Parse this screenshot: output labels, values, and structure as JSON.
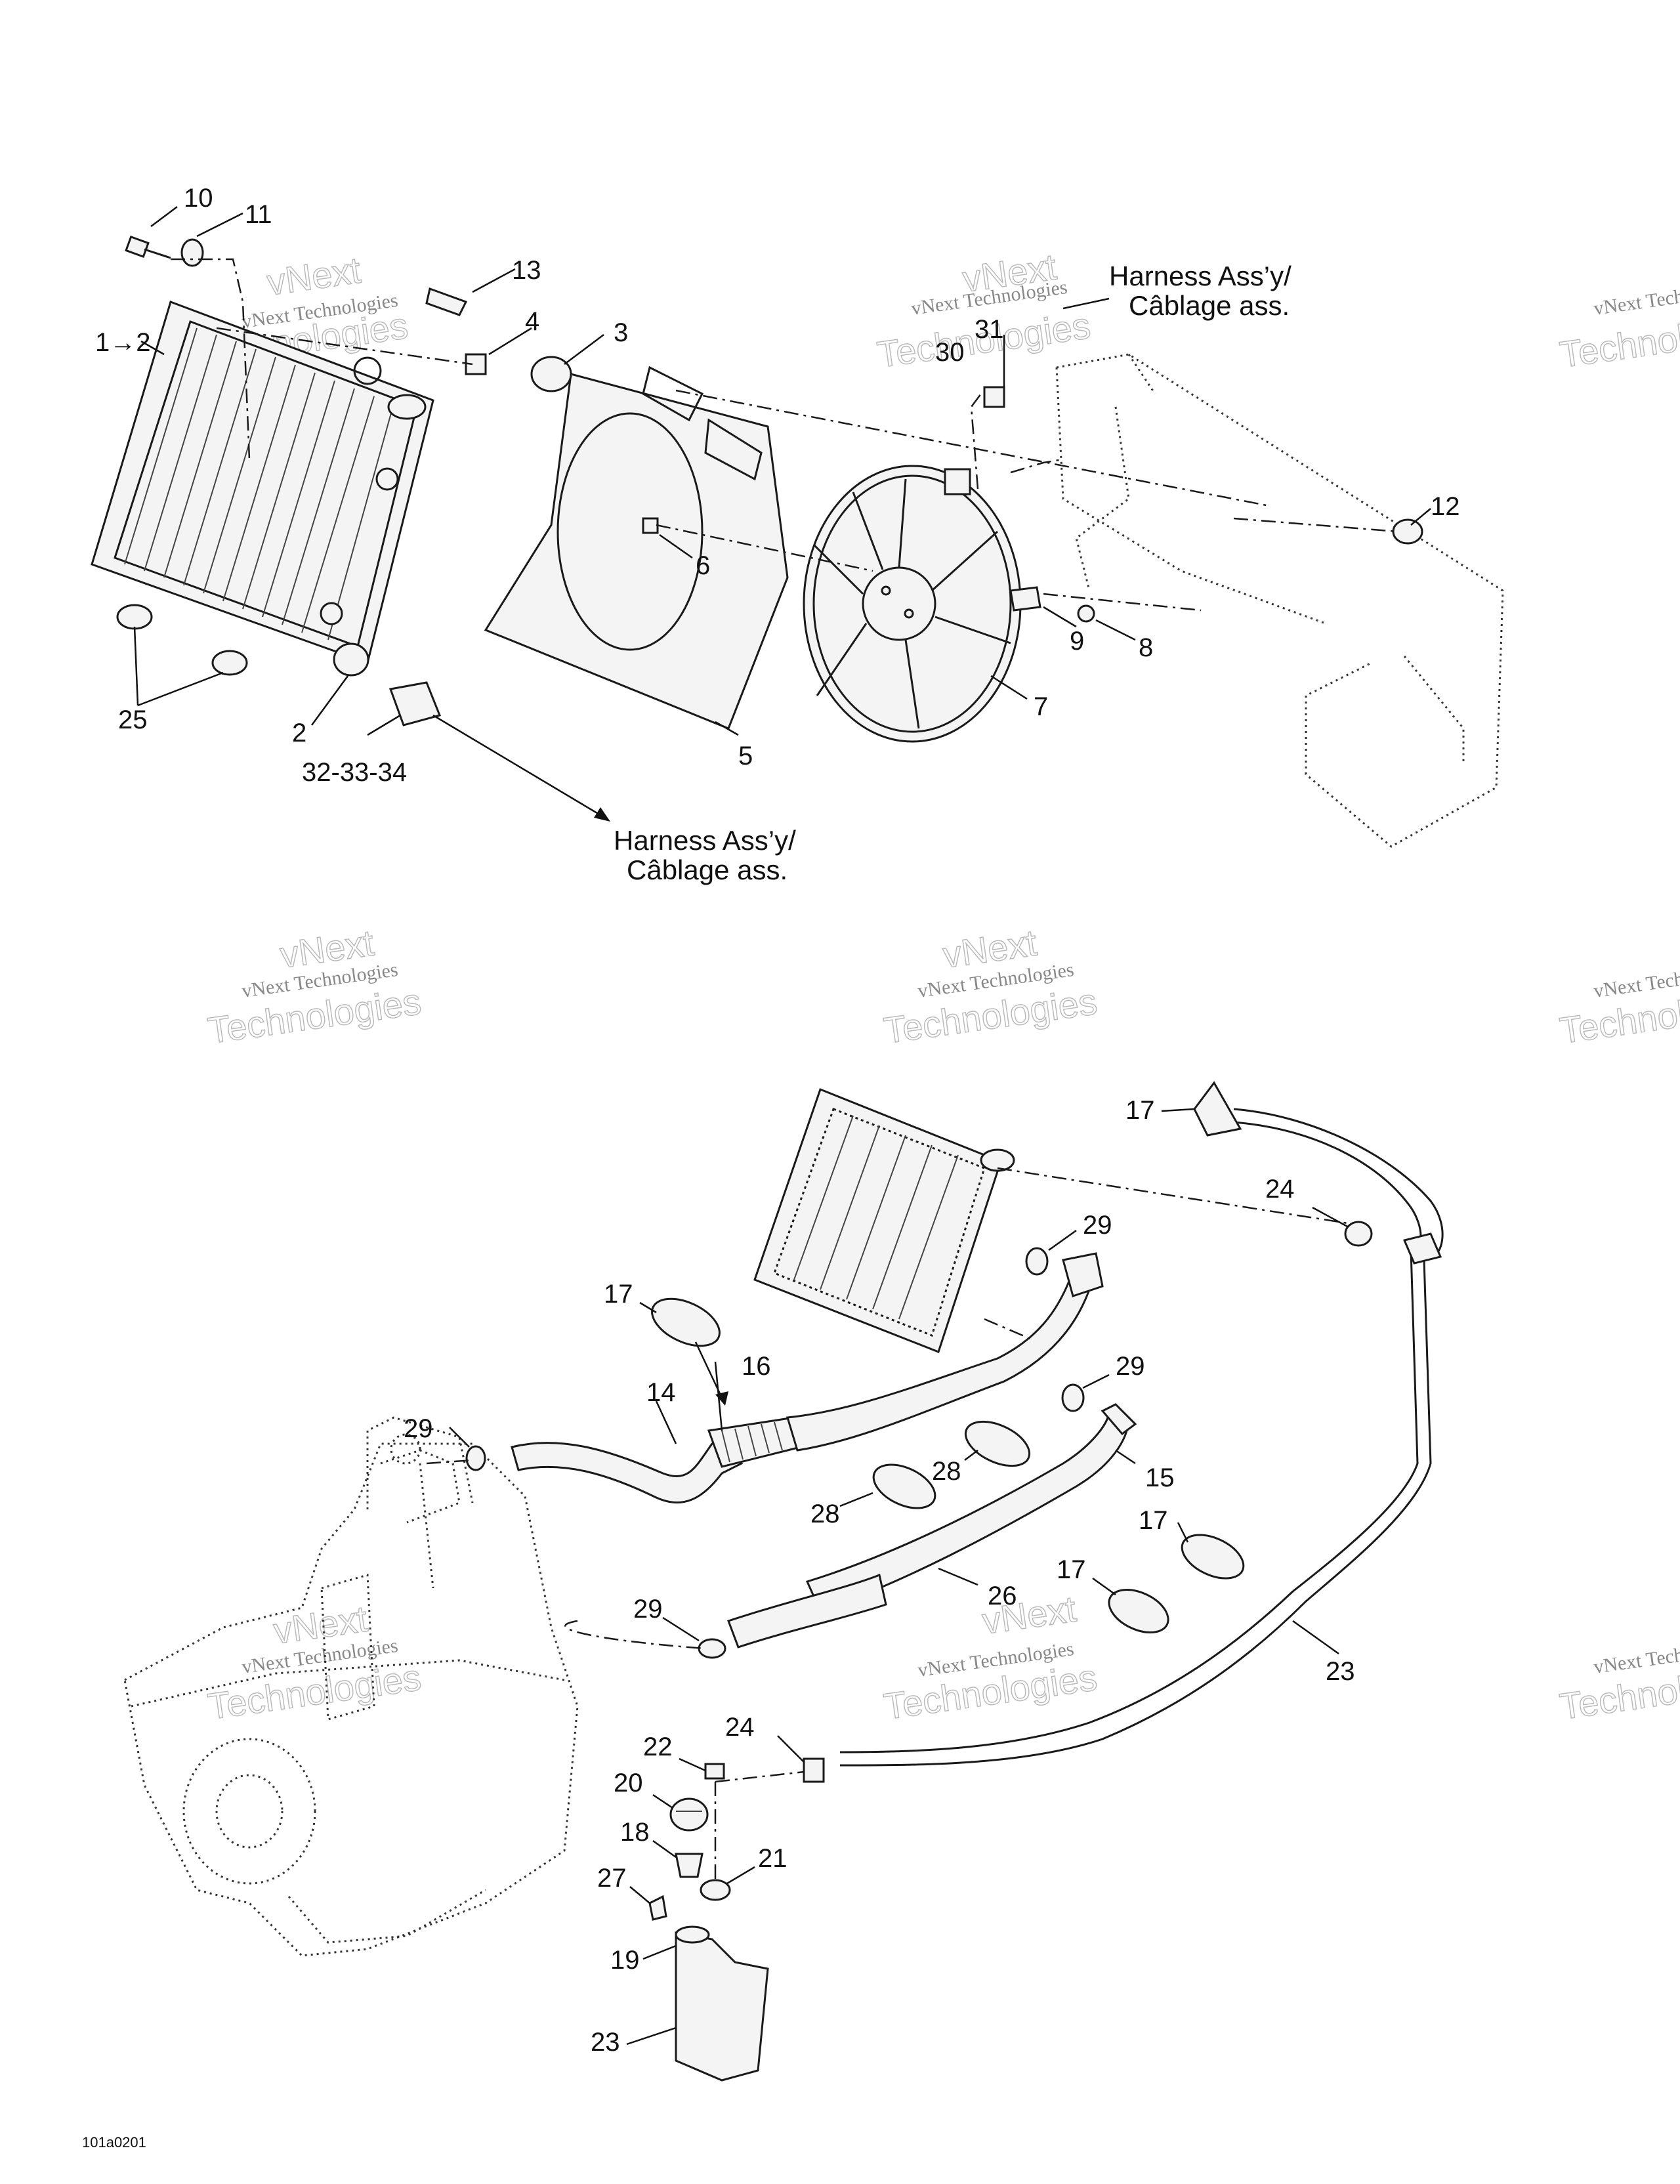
{
  "diagram": {
    "callouts_top": [
      "10",
      "11",
      "13",
      "4",
      "3",
      "1→2",
      "31",
      "30",
      "12",
      "6",
      "9",
      "8",
      "7",
      "5",
      "25",
      "2",
      "32-33-34"
    ],
    "callouts_bottom": [
      "17",
      "24",
      "29",
      "17",
      "16",
      "14",
      "29",
      "29",
      "28",
      "15",
      "28",
      "17",
      "26",
      "17",
      "29",
      "23",
      "22",
      "24",
      "20",
      "18",
      "21",
      "27",
      "19",
      "23"
    ],
    "harness_label_line1": "Harness Ass’y/",
    "harness_label_line2": "Câblage ass.",
    "watermark_line1": "vNext Technologies",
    "watermark_line2": "Technologies",
    "watermark_line3": "vNext",
    "drawing_code": "101a0201"
  }
}
